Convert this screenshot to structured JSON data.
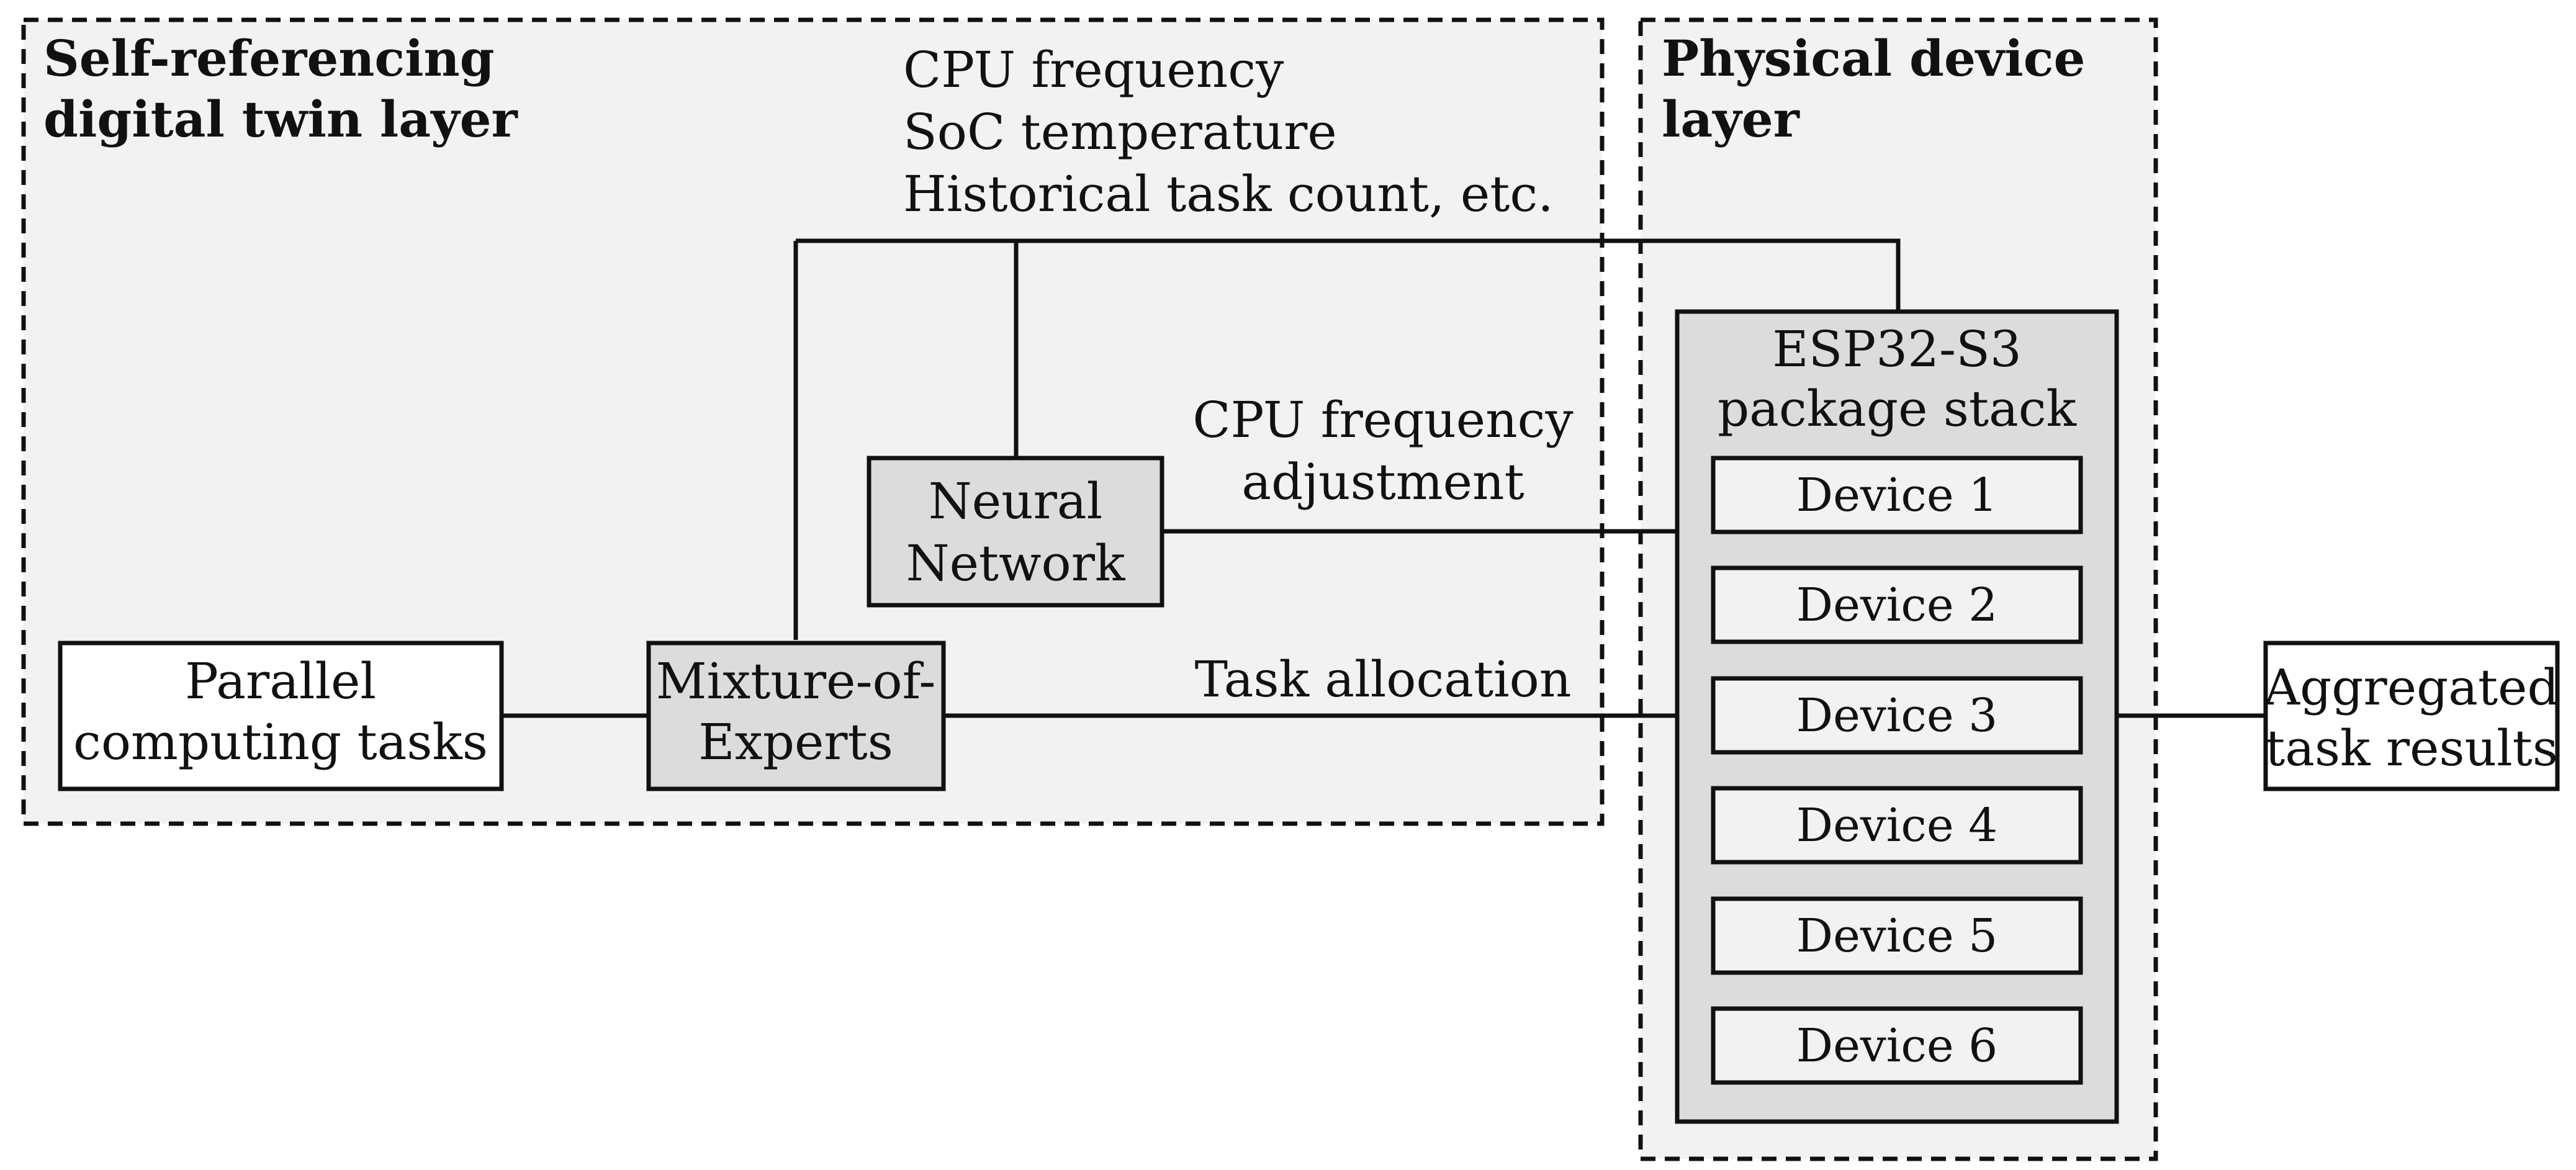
{
  "regions": {
    "twin_layer": {
      "title_line1": "Self-referencing",
      "title_line2": "digital twin layer"
    },
    "device_layer": {
      "title_line1": "Physical device",
      "title_line2": "layer"
    }
  },
  "feedback": {
    "line1": "CPU frequency",
    "line2": "SoC temperature",
    "line3": "Historical task count, etc."
  },
  "nodes": {
    "parallel_tasks": {
      "line1": "Parallel",
      "line2": "computing tasks"
    },
    "mixture_of_experts": {
      "line1": "Mixture-of-",
      "line2": "Experts"
    },
    "neural_network": {
      "line1": "Neural",
      "line2": "Network"
    },
    "package_stack": {
      "line1": "ESP32-S3",
      "line2": "package stack"
    },
    "aggregated_results": {
      "line1": "Aggregated",
      "line2": "task results"
    }
  },
  "devices": [
    "Device 1",
    "Device 2",
    "Device 3",
    "Device 4",
    "Device 5",
    "Device 6"
  ],
  "edges": {
    "cpu_adjust_line1": "CPU frequency",
    "cpu_adjust_line2": "adjustment",
    "task_allocation": "Task allocation"
  }
}
